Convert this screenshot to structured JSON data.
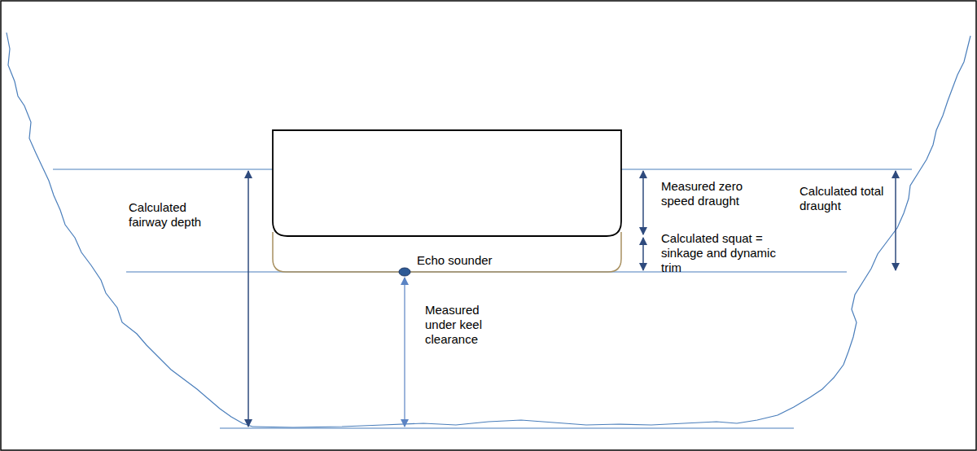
{
  "diagram": {
    "labels": [
      "Calculated fairway depth",
      "Measured zero speed draught",
      "Calculated squat = sinkage and dynamic trim",
      "Calculated total draught",
      "Echo sounder",
      "Measured under keel clearance"
    ]
  }
}
